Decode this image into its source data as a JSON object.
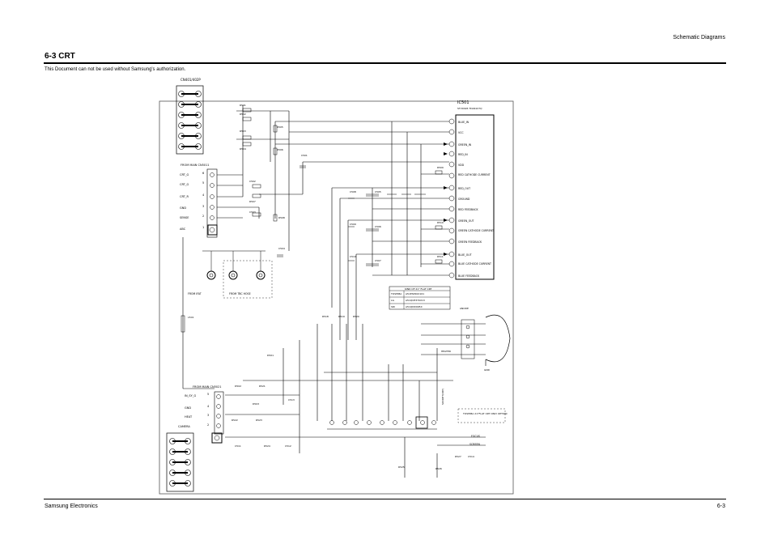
{
  "header": {
    "section_label": "Schematic Diagrams",
    "title": "6-3 CRT",
    "notice": "This Document can not be used without Samsung's authorization."
  },
  "footer": {
    "company": "Samsung Electronics",
    "page_number": "6-3"
  },
  "schematic": {
    "connectors": {
      "top_label": "CN401/402P",
      "from_main_label": "FROM MAIN CN5011",
      "top_pins": [
        "CRT_G",
        "CRT_G",
        "CRT_R",
        "GND",
        "SENSE",
        "ABC"
      ],
      "top_nums": [
        "6",
        "5",
        "4",
        "3",
        "2",
        "1"
      ],
      "from_main_2": "FROM MAIN CN5021",
      "bottom_pins": [
        "IN_SY_G",
        "GND",
        "HEAT",
        "CAMERA"
      ],
      "bottom_nums": [
        "5",
        "4",
        "3",
        "2"
      ]
    },
    "ic": {
      "ref": "IC501",
      "part": "STV9426\nTDA6107Q",
      "pins_left": [
        "BLUE_IN",
        "VCC",
        "GREEN_IN",
        "RED_IN",
        "VDD",
        "RED CATHODE CURRENT",
        "RED_OUT",
        "GROUND",
        "RED FEEDBACK",
        "GREEN_OUT",
        "GREEN CATHODE CURRENT",
        "GREEN FEEDBACK",
        "BLUE_OUT",
        "BLUE CATHODE CURRENT",
        "BLUE FEEDBACK"
      ]
    },
    "table": {
      "title": "KIND OF 21\" FLAT CRT",
      "rows": [
        [
          "TOSHIBA",
          "A51ESP20X101"
        ],
        [
          "LG",
          "A51QCE370X13"
        ],
        [
          "SDI",
          "A51QDD095X"
        ]
      ]
    },
    "labels": {
      "from_ifat": "FROM IFAT",
      "from_tbc": "FROM TBC HOSE",
      "socket": "SOCKET(CRT)",
      "heater": "HEATER",
      "focus": "FOCUS",
      "screen": "SCREEN",
      "anode": "ANODE",
      "gnd": "GND",
      "note": "TOSHIBA 21\"FLAT CRT ONLY OPTION"
    },
    "colors": {
      "line": "#000000",
      "frame": "#555555"
    }
  }
}
